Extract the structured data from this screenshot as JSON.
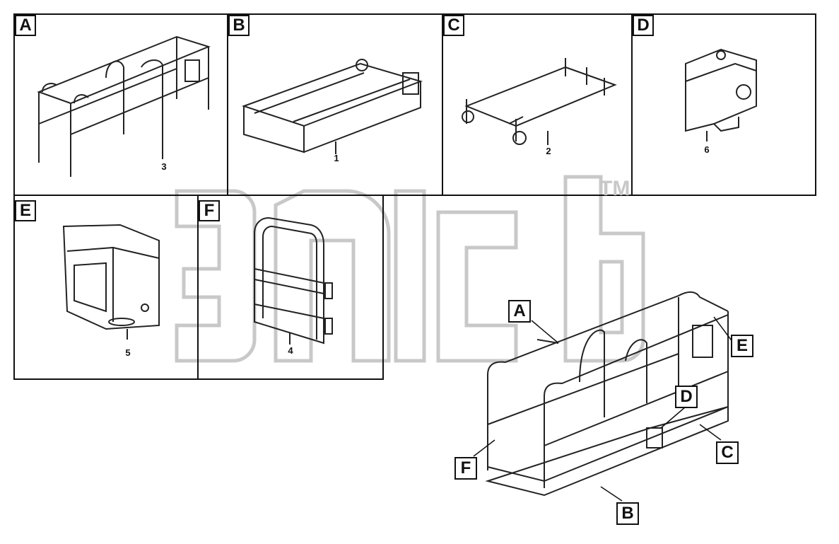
{
  "panels": [
    {
      "label": "A",
      "part_number": "3"
    },
    {
      "label": "B",
      "part_number": "1"
    },
    {
      "label": "C",
      "part_number": "2"
    },
    {
      "label": "D",
      "part_number": "6"
    },
    {
      "label": "E",
      "part_number": "5"
    },
    {
      "label": "F",
      "part_number": "4"
    }
  ],
  "assembly_callouts": [
    "A",
    "E",
    "D",
    "C",
    "F",
    "B"
  ],
  "watermark": {
    "text": "TM"
  },
  "colors": {
    "line": "#111111",
    "watermark": "#c8c8c8",
    "background": "#ffffff"
  }
}
